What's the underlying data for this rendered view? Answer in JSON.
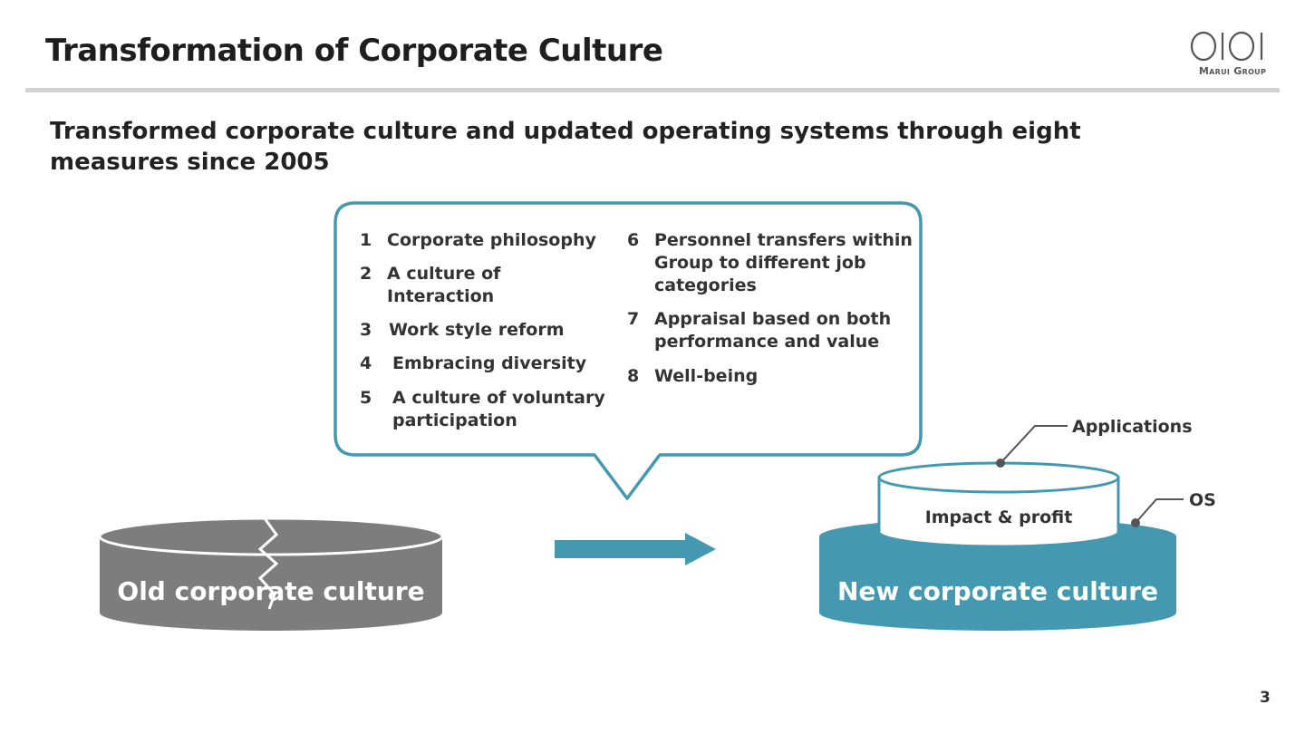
{
  "slide": {
    "title": "Transformation of Corporate Culture",
    "subtitle": "Transformed corporate culture and updated operating systems through eight measures since 2005",
    "page_number": "3"
  },
  "logo": {
    "mark": "OIOI",
    "text": "Marui Group"
  },
  "measures": [
    {
      "num": "1",
      "text": "Corporate philosophy"
    },
    {
      "num": "2",
      "text": "A culture of\nInteraction"
    },
    {
      "num": "3",
      "text": "Work style reform"
    },
    {
      "num": "4",
      "text": "Embracing diversity"
    },
    {
      "num": "5",
      "text": "A culture of voluntary\nparticipation"
    },
    {
      "num": "6",
      "text": "Personnel transfers within\nGroup to different job\ncategories"
    },
    {
      "num": "7",
      "text": "Appraisal based on both\nperformance and value"
    },
    {
      "num": "8",
      "text": "Well-being"
    }
  ],
  "old_culture": {
    "label": "Old corporate culture",
    "color": "#7d7d7d"
  },
  "new_culture": {
    "label": "New corporate culture",
    "color": "#4499b0"
  },
  "top_layer": {
    "label": "Impact & profit"
  },
  "callouts": {
    "applications": "Applications",
    "os": "OS"
  },
  "colors": {
    "accent": "#4499b0",
    "gray": "#7d7d7d"
  }
}
